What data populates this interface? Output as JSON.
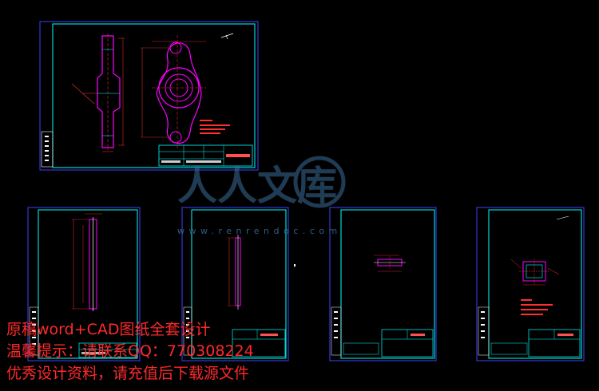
{
  "watermark": {
    "brand_cn": "人人文库",
    "url": "www.renrendoc.com"
  },
  "overlay_lines": [
    "原稿word+CAD图纸全套设计",
    "温馨提示：请联系QQ：770308224",
    "优秀设计资料，请充值后下载源文件"
  ],
  "colors": {
    "background": "#000000",
    "frame": "#00ffff",
    "outer_border": "#4040ff",
    "part_outline": "#ff00ff",
    "dimensions": "#ff3030",
    "overlay_text": "#ff2a2a",
    "watermark": "#3a6e9a"
  },
  "sheets": [
    {
      "name": "main-drawing",
      "view": "flange-bracket"
    },
    {
      "name": "sheet-2",
      "view": "long-plate"
    },
    {
      "name": "sheet-3",
      "view": "narrow-plate"
    },
    {
      "name": "sheet-4",
      "view": "small-part"
    },
    {
      "name": "sheet-5",
      "view": "block-part"
    }
  ]
}
